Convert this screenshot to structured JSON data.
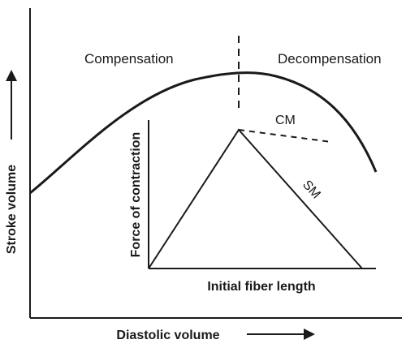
{
  "diagram": {
    "regions": {
      "left": "Compensation",
      "right": "Decompensation"
    },
    "outer_axes": {
      "x_label": "Diastolic volume",
      "y_label": "Stroke volume"
    },
    "inset": {
      "x_label": "Initial fiber length",
      "y_label": "Force of contraction",
      "curve_labels": {
        "cardiac_muscle": "CM",
        "skeletal_muscle": "SM"
      }
    },
    "colors": {
      "ink": "#1a1a1a",
      "background": "#ffffff"
    }
  }
}
